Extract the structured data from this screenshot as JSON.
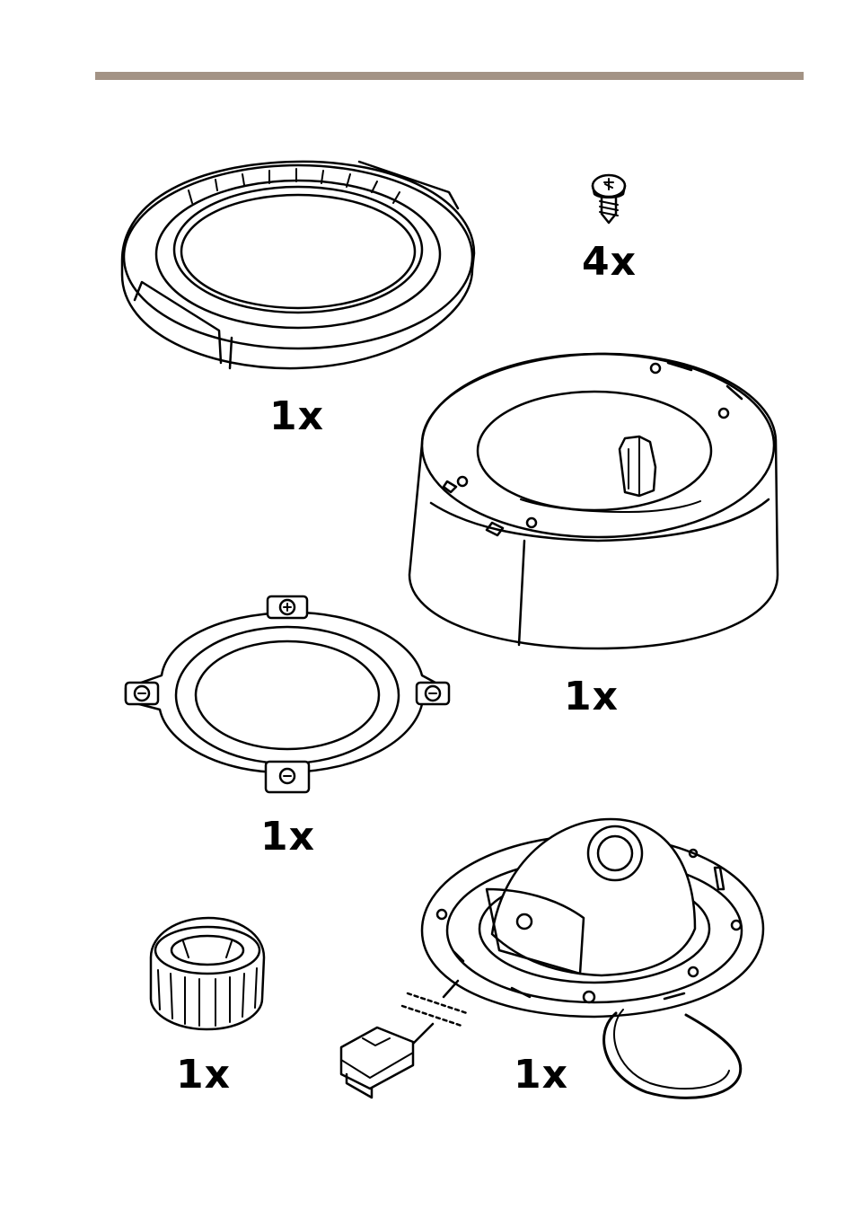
{
  "colors": {
    "rule": "#a39385",
    "ink": "#000000"
  },
  "items": [
    {
      "name": "top-cover",
      "quantity": "1x",
      "icon": "cover-ring-icon"
    },
    {
      "name": "screw",
      "quantity": "4x",
      "icon": "screw-icon"
    },
    {
      "name": "base-housing",
      "quantity": "1x",
      "icon": "housing-icon"
    },
    {
      "name": "mounting-bracket",
      "quantity": "1x",
      "icon": "bracket-ring-icon"
    },
    {
      "name": "cable-gland",
      "quantity": "1x",
      "icon": "gland-nut-icon"
    },
    {
      "name": "camera-unit",
      "quantity": "1x",
      "icon": "dome-camera-icon"
    }
  ]
}
